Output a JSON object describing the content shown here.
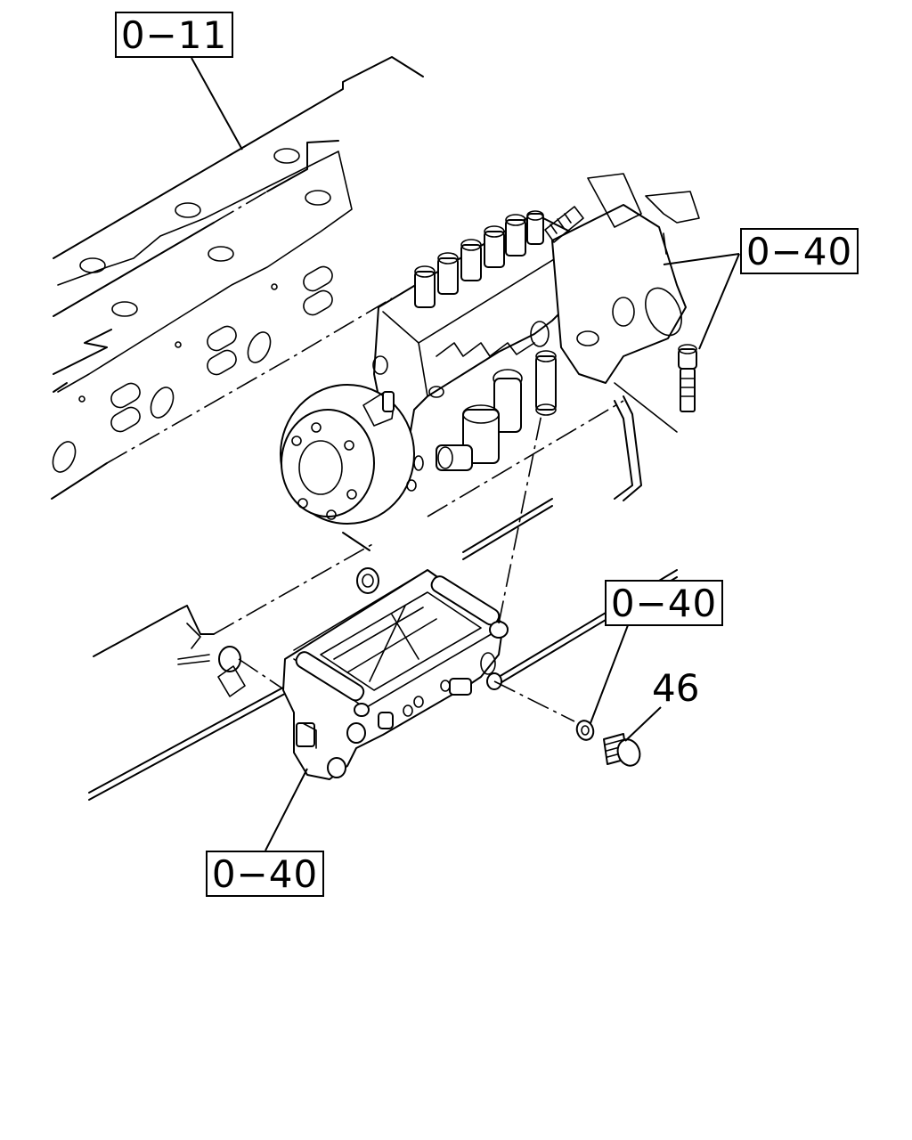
{
  "diagram": {
    "callouts": [
      {
        "id": "ref-0-11",
        "label": "0−11"
      },
      {
        "id": "ref-0-40-top",
        "label": "0−40"
      },
      {
        "id": "ref-0-40-mid",
        "label": "0−40"
      },
      {
        "id": "ref-0-40-bottom",
        "label": "0−40"
      }
    ],
    "part_numbers": [
      {
        "id": "part-46",
        "label": "46"
      }
    ]
  }
}
